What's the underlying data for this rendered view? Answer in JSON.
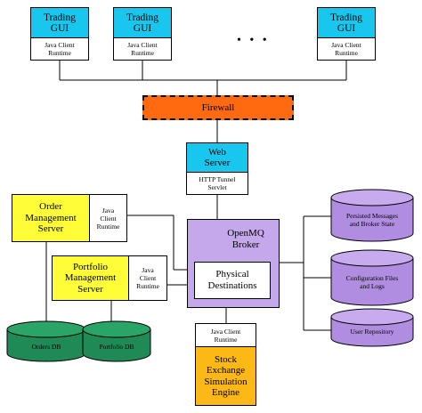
{
  "clients": [
    {
      "title_line1": "Trading",
      "title_line2": "GUI",
      "runtime_line1": "Java Client",
      "runtime_line2": "Runtime"
    },
    {
      "title_line1": "Trading",
      "title_line2": "GUI",
      "runtime_line1": "Java Client",
      "runtime_line2": "Runtime"
    },
    {
      "title_line1": "Trading",
      "title_line2": "GUI",
      "runtime_line1": "Java Client",
      "runtime_line2": "Runtime"
    }
  ],
  "ellipsis": "• • •",
  "firewall": "Firewall",
  "web_server": {
    "line1": "Web",
    "line2": "Server",
    "sub_line1": "HTTP Tunnel",
    "sub_line2": "Servlet"
  },
  "order_mgmt": {
    "line1": "Order",
    "line2": "Management",
    "line3": "Server",
    "rt1": "Java",
    "rt2": "Client",
    "rt3": "Runtime"
  },
  "portfolio_mgmt": {
    "line1": "Portfolio",
    "line2": "Management",
    "line3": "Server",
    "rt1": "Java",
    "rt2": "Client",
    "rt3": "Runtime"
  },
  "broker": {
    "line1": "OpenMQ",
    "line2": "Broker",
    "phys1": "Physical",
    "phys2": "Destinations"
  },
  "stock_engine": {
    "rt1": "Java Client",
    "rt2": "Runtime",
    "line1": "Stock",
    "line2": "Exchange",
    "line3": "Simulation",
    "line4": "Engine"
  },
  "databases": {
    "orders": "Orders DB",
    "portfolio": "Portfolio DB"
  },
  "stores": [
    {
      "line1": "Persisted Messages",
      "line2": "and Broker State"
    },
    {
      "line1": "Configuration Files",
      "line2": "and Logs"
    },
    {
      "line1": "User Repository",
      "line2": ""
    }
  ],
  "colors": {
    "cyan": "#19c6ee",
    "firewall": "#ff6a10",
    "yellow": "#fffd37",
    "broker": "#c5a7ec",
    "orange": "#fcb814",
    "db_green": "#1f8a55",
    "store_purple": "#b08de0"
  }
}
